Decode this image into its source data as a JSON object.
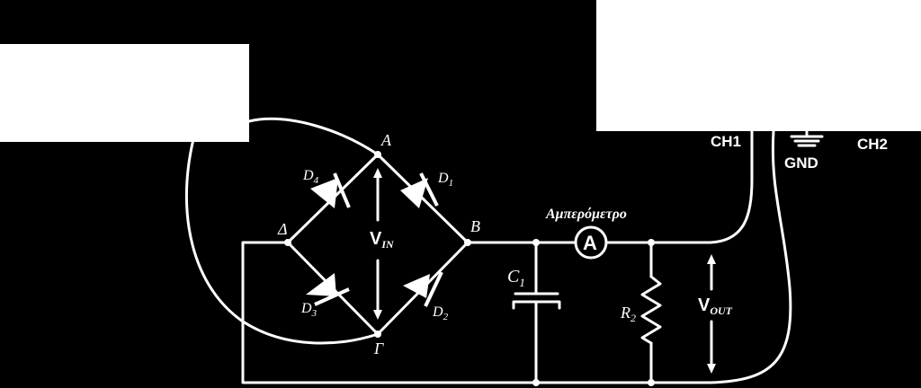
{
  "labels": {
    "node_a": "A",
    "node_b": "B",
    "node_gamma": "Γ",
    "node_delta": "Δ",
    "d1": "D",
    "d1_sub": "1",
    "d2": "D",
    "d2_sub": "2",
    "d3": "D",
    "d3_sub": "3",
    "d4": "D",
    "d4_sub": "4",
    "vin": "V",
    "vin_sub": "IN",
    "c1": "C",
    "c1_sub": "1",
    "r2": "R",
    "r2_sub": "2",
    "vout": "V",
    "vout_sub": "OUT",
    "ammeter_caption": "Αμπερόμετρο",
    "ammeter_symbol": "A",
    "ch1": "CH1",
    "ch2": "CH2",
    "gnd": "GND"
  },
  "colors": {
    "background": "#000000",
    "ink": "#ffffff"
  }
}
